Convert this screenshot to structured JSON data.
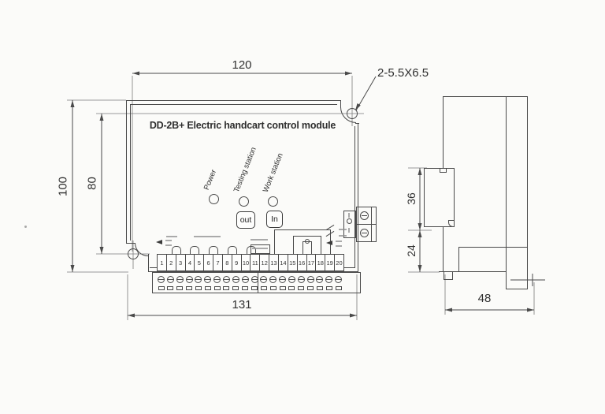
{
  "drawing": {
    "title": "DD-2B+ Electric handcart control module",
    "indicators": [
      {
        "label": "Power"
      },
      {
        "label": "Testing station"
      },
      {
        "label": "Work station"
      }
    ],
    "buttons": [
      {
        "label": "out"
      },
      {
        "label": "In"
      }
    ],
    "terminal_numbers": [
      "1",
      "2",
      "3",
      "4",
      "5",
      "6",
      "7",
      "8",
      "9",
      "10",
      "11",
      "12",
      "13",
      "14",
      "15",
      "16",
      "17",
      "18",
      "19",
      "20"
    ],
    "dimensions": {
      "top_width": "120",
      "mounting_hole_note": "2-5.5X6.5",
      "overall_height": "100",
      "hole_spacing_vertical": "80",
      "bottom_width": "131",
      "side_upper_height": "36",
      "side_lower_height": "24",
      "side_depth": "48"
    },
    "colors": {
      "line": "#4a4a4a",
      "background": "#fbfbf9"
    }
  }
}
